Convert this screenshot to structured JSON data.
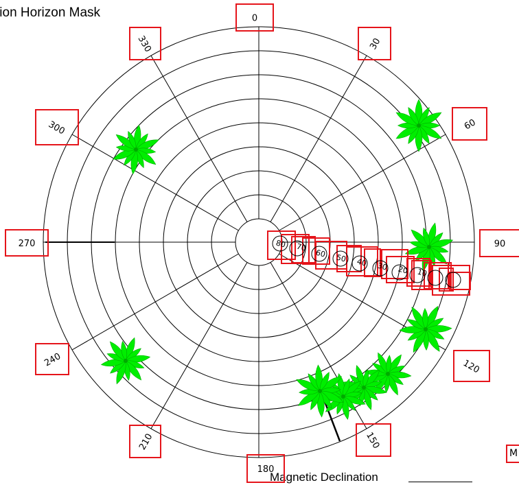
{
  "diagram": {
    "title": "tion Horizon Mask",
    "magnetic_declination_label": "Magnetic Declination",
    "edge_box_label": "M",
    "azimuth_labels": [
      {
        "deg": 0,
        "text": "0"
      },
      {
        "deg": 30,
        "text": "30"
      },
      {
        "deg": 60,
        "text": "60"
      },
      {
        "deg": 90,
        "text": "90"
      },
      {
        "deg": 120,
        "text": "120"
      },
      {
        "deg": 150,
        "text": "150"
      },
      {
        "deg": 180,
        "text": "180"
      },
      {
        "deg": 210,
        "text": "210"
      },
      {
        "deg": 240,
        "text": "240"
      },
      {
        "deg": 270,
        "text": "270"
      },
      {
        "deg": 300,
        "text": "300"
      },
      {
        "deg": 330,
        "text": "330"
      }
    ],
    "elevation_labels": [
      "80",
      "70",
      "60",
      "50",
      "40",
      "30",
      "20",
      "10"
    ],
    "colors": {
      "grid": "#000000",
      "box": "#e5141a",
      "tree": "#00ee00",
      "tree_dark": "#00aa00"
    }
  }
}
